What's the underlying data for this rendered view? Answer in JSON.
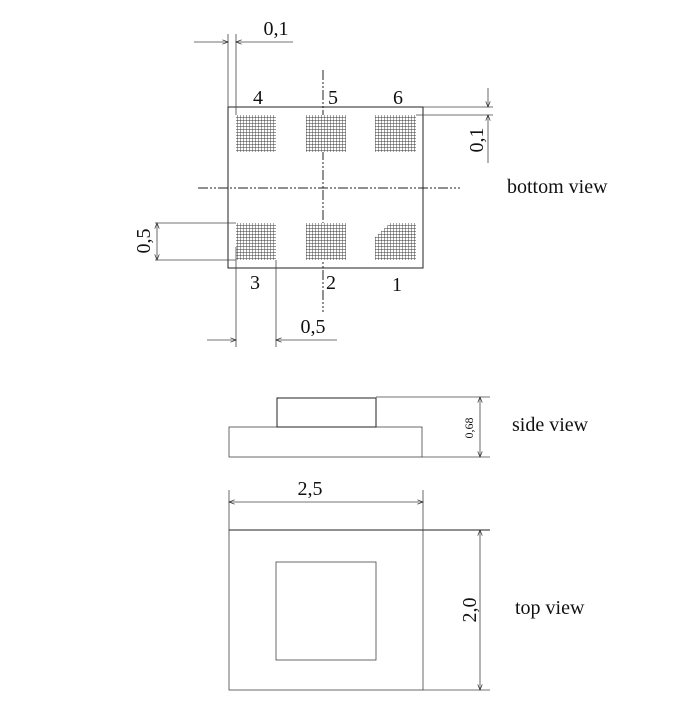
{
  "bottom_view": {
    "label": "bottom view",
    "pins": [
      "1",
      "2",
      "3",
      "4",
      "5",
      "6"
    ],
    "dim_pad_offset_x": "0,1",
    "dim_pad_offset_y": "0,1",
    "dim_pad_height": "0,5",
    "dim_pad_width": "0,5"
  },
  "side_view": {
    "label": "side view",
    "dim_height": "0,68"
  },
  "top_view": {
    "label": "top view",
    "dim_width": "2,5",
    "dim_height": "2,0"
  },
  "colors": {
    "line": "#222222",
    "hatch": "#333333"
  }
}
